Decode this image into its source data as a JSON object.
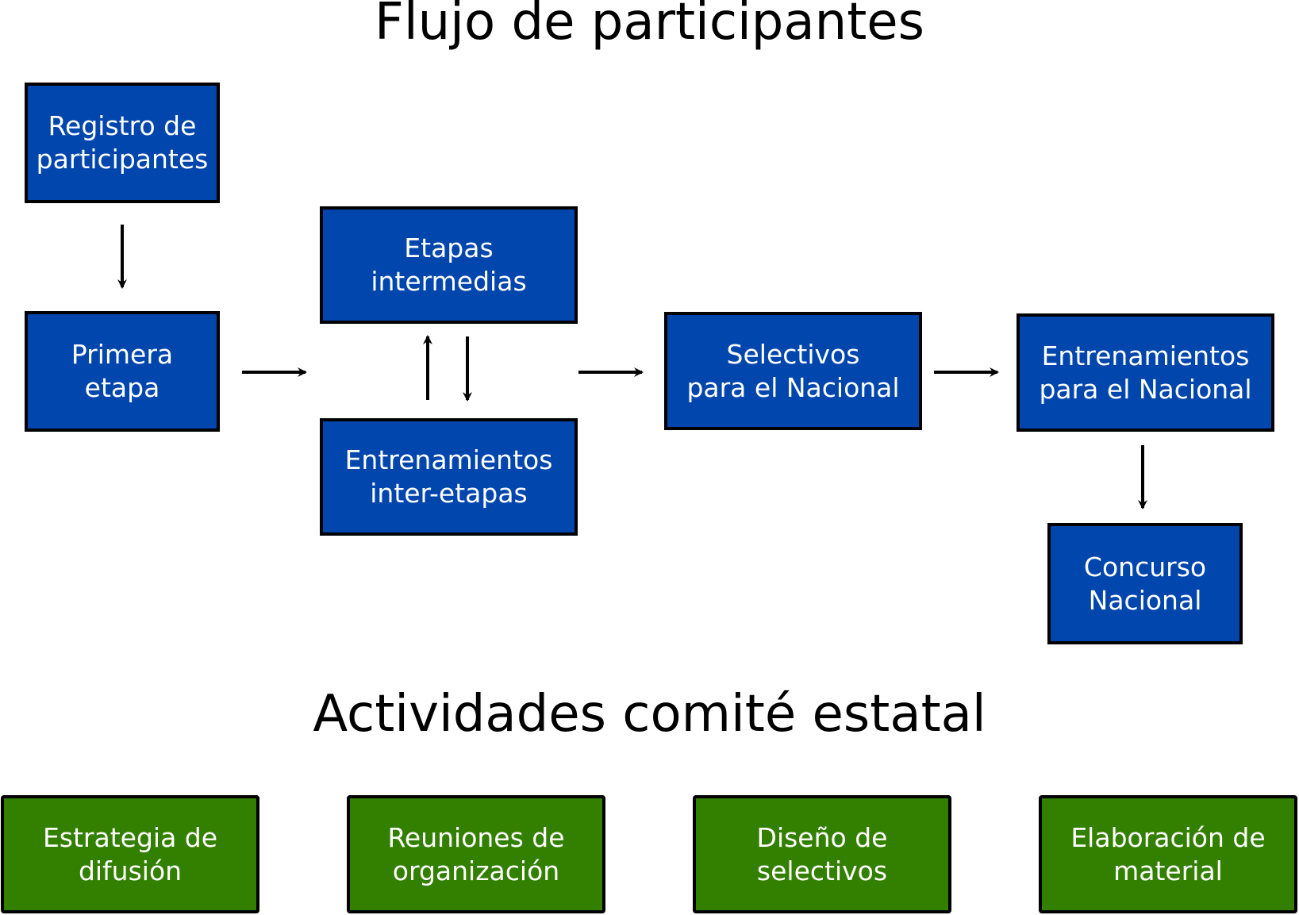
{
  "flow": {
    "title": "Flujo de participantes",
    "nodes": {
      "registro": {
        "line1": "Registro de",
        "line2": "participantes"
      },
      "primera": {
        "line1": "Primera",
        "line2": "etapa"
      },
      "intermedias": {
        "line1": "Etapas",
        "line2": "intermedias"
      },
      "entrenamientos_inter": {
        "line1": "Entrenamientos",
        "line2": "inter-etapas"
      },
      "selectivos": {
        "line1": "Selectivos",
        "line2": "para el Nacional"
      },
      "entrenamientos_nacional": {
        "line1": "Entrenamientos",
        "line2": "para el Nacional"
      },
      "concurso": {
        "line1": "Concurso",
        "line2": "Nacional"
      }
    },
    "edges": [
      {
        "from": "Registro de participantes",
        "to": "Primera etapa"
      },
      {
        "from": "Primera etapa",
        "to": "Etapas intermedias / Entrenamientos inter-etapas"
      },
      {
        "from": "Entrenamientos inter-etapas",
        "to": "Etapas intermedias"
      },
      {
        "from": "Etapas intermedias",
        "to": "Entrenamientos inter-etapas"
      },
      {
        "from": "Etapas intermedias / Entrenamientos inter-etapas",
        "to": "Selectivos para el Nacional"
      },
      {
        "from": "Selectivos para el Nacional",
        "to": "Entrenamientos para el Nacional"
      },
      {
        "from": "Entrenamientos para el Nacional",
        "to": "Concurso Nacional"
      }
    ],
    "colors": {
      "node_fill": "#0046ad",
      "border": "#000000",
      "text": "#ffffff"
    }
  },
  "committee": {
    "title": "Actividades comité estatal",
    "items": [
      {
        "line1": "Estrategia de",
        "line2": "difusión"
      },
      {
        "line1": "Reuniones de",
        "line2": "organización"
      },
      {
        "line1": "Diseño de",
        "line2": "selectivos"
      },
      {
        "line1": "Elaboración de",
        "line2": "material"
      }
    ],
    "colors": {
      "node_fill": "#338000"
    }
  }
}
